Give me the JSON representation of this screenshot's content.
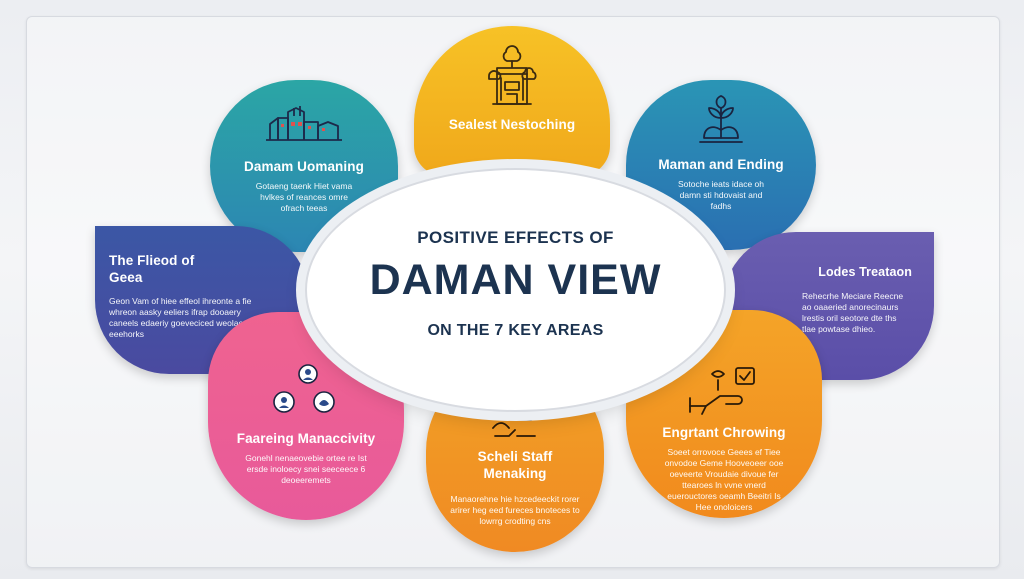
{
  "center": {
    "line1": "POSITIVE EFFECTS OF",
    "line2": "DAMAN VIEW",
    "line3": "ON  THE 7 KEY AREAS"
  },
  "petals": {
    "yellow": {
      "title": "Sealest Nestoching",
      "body": "",
      "icon": "building-icon",
      "color": "#f5b425"
    },
    "teal": {
      "title": "Damam Uomaning",
      "body": "Gotaeng taenk Hiet vama hvlkes of reances omre ofrach teeas",
      "icon": "city-skyline-icon",
      "color": "#2b9aac"
    },
    "blue": {
      "title": "Maman and Ending",
      "body": "Sotoche ieats idace oh damn sti hdovaist and fadhs",
      "icon": "plant-sprout-icon",
      "color": "#2a82b4"
    },
    "navy": {
      "title": "The Flieod of Geea",
      "body": "Geon Vam of hiee effeol ihreonte a fie whreon aasky eeliers ifrap dooaery caneels edaeriy goeveciced weolaer on eeehorks",
      "icon": "",
      "color": "#4250a3"
    },
    "purple": {
      "title": "Lodes Treataon",
      "body": "Rehecrhe Meciare Reecne ao oaaeried anorecinaurs lrestis oril seotore dte ths tlae powtase dhieo.",
      "icon": "",
      "color": "#6257ad"
    },
    "pink": {
      "title": "Faareing Manaccivity",
      "body": "Gonehl nenaeovebie ortee re Ist ersde inoloecy snei seeceece 6 deoeeremets",
      "icon": "people-icon",
      "color": "#ec5f94"
    },
    "orange": {
      "title": "Scheli Staff Menaking",
      "body": "Manaorehne hie hzcedeeckit rorer arirer heg eed fureces bnoteces to lowrrg crodting cns",
      "icon": "collaboration-icon",
      "color": "#f19425"
    },
    "amber": {
      "title": "Engrtant Chrowing",
      "body": "Soeet orrovoce Geees ef Tiee onvodoe Geme Hooveoeer ooe oeveerte Vroudaie divoue fer ttearoes ln vvne vnerd euerouctores oeamh Beeitri Is Hee onoloicers",
      "icon": "handshake-icon",
      "color": "#f39824"
    }
  }
}
